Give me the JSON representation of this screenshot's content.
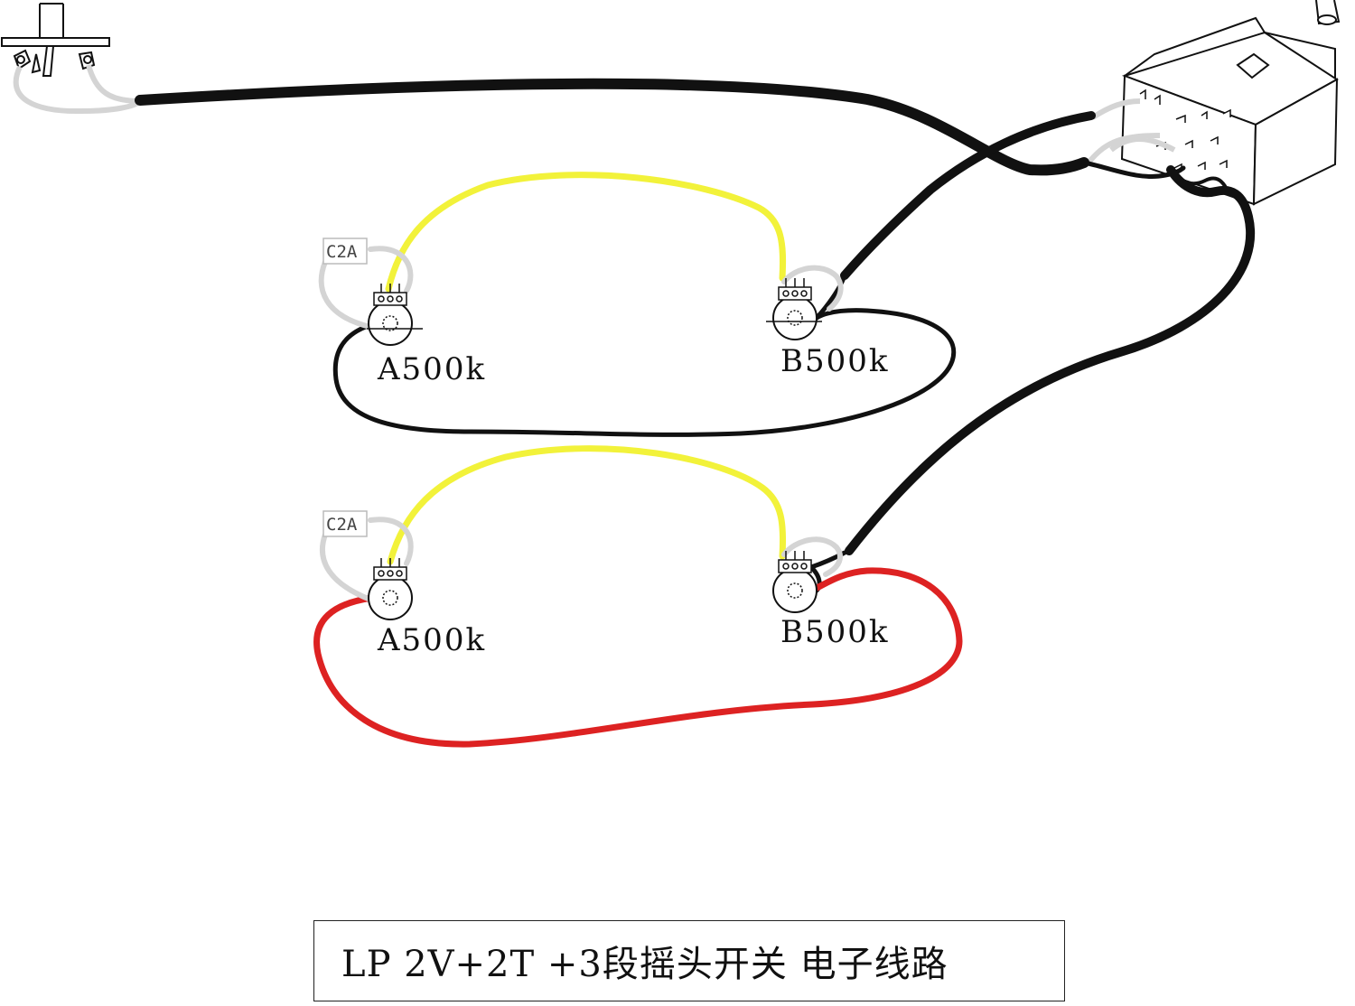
{
  "labels": {
    "pot_top_left": "A500k",
    "pot_top_right": "B500k",
    "pot_bottom_left": "A500k",
    "pot_bottom_right": "B500k",
    "cap_top": "C2A",
    "cap_bottom": "C2A"
  },
  "caption": "LP 2V+2T +3段摇头开关 电子线路",
  "colors": {
    "ground_wire": "#111111",
    "signal_wire_yellow": "#f2f23a",
    "hot_wire_red": "#dd2222",
    "bare_wire_grey": "#d4d4d4",
    "outline": "#111111"
  },
  "icons": [
    "output-jack-icon",
    "toggle-switch-icon",
    "potentiometer-icon",
    "capacitor-icon"
  ]
}
